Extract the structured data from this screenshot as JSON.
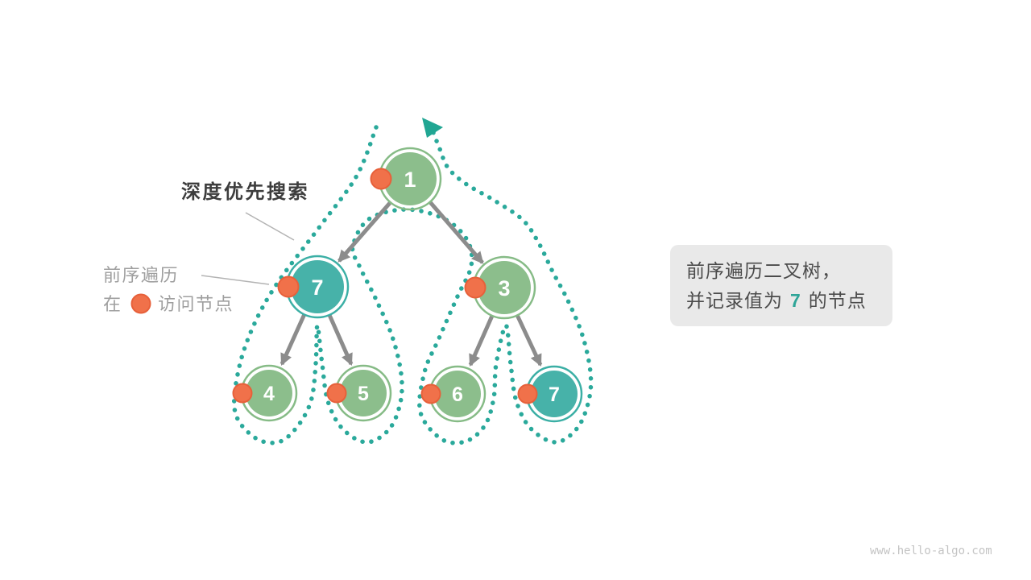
{
  "labels": {
    "dfs": "深度优先搜索",
    "preorder": "前序遍历",
    "visit_prefix": "在",
    "visit_suffix": "访问节点"
  },
  "tree": {
    "nodes": [
      {
        "value": "1",
        "color": "green"
      },
      {
        "value": "7",
        "color": "teal"
      },
      {
        "value": "3",
        "color": "green"
      },
      {
        "value": "4",
        "color": "green"
      },
      {
        "value": "5",
        "color": "green"
      },
      {
        "value": "6",
        "color": "green"
      },
      {
        "value": "7",
        "color": "teal"
      }
    ],
    "edges": [
      [
        0,
        1
      ],
      [
        0,
        2
      ],
      [
        1,
        3
      ],
      [
        1,
        4
      ],
      [
        2,
        5
      ],
      [
        2,
        6
      ]
    ],
    "traversal_order": [
      "1",
      "7",
      "3",
      "4",
      "5",
      "6",
      "7"
    ]
  },
  "callout": {
    "line1": "前序遍历二叉树，",
    "line2_prefix": "并记录值为",
    "line2_highlight": "7",
    "line2_suffix": "的节点"
  },
  "watermark": "www.hello-algo.com",
  "colors": {
    "node_green": "#8cbe8c",
    "node_teal": "#47b2a9",
    "visit_orange": "#f0714a",
    "path_teal": "#2aa99b",
    "edge_gray": "#8c8c8c",
    "callout_bg": "#e9e9e9",
    "highlight_teal": "#2fa598"
  }
}
